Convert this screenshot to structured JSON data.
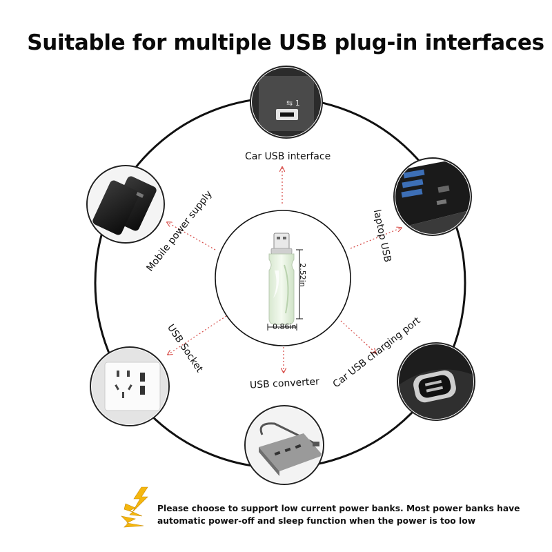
{
  "title": "Suitable for multiple USB plug-in interfaces",
  "product": {
    "height_label": "2.52in",
    "width_label": "0.86in"
  },
  "interfaces": [
    {
      "id": "car-usb-interface",
      "label": "Car USB interface",
      "icon": "car-usb-port-icon"
    },
    {
      "id": "laptop-usb",
      "label": "laptop USB",
      "icon": "laptop-usb-ports-icon"
    },
    {
      "id": "car-usb-charging-port",
      "label": "Car USB charging port",
      "icon": "car-charging-port-icon"
    },
    {
      "id": "usb-converter",
      "label": "USB converter",
      "icon": "usb-hub-icon"
    },
    {
      "id": "usb-socket",
      "label": "USB Socket",
      "icon": "wall-socket-icon"
    },
    {
      "id": "mobile-power-supply",
      "label": "Mobile power supply",
      "icon": "power-bank-icon"
    }
  ],
  "note": {
    "icon": "lightning-icon",
    "text": "Please choose to support low current power banks. Most power banks have automatic power-off and sleep function when the power is too low"
  },
  "colors": {
    "arrow": "#d9534f",
    "lightning": "#f5b70f"
  }
}
